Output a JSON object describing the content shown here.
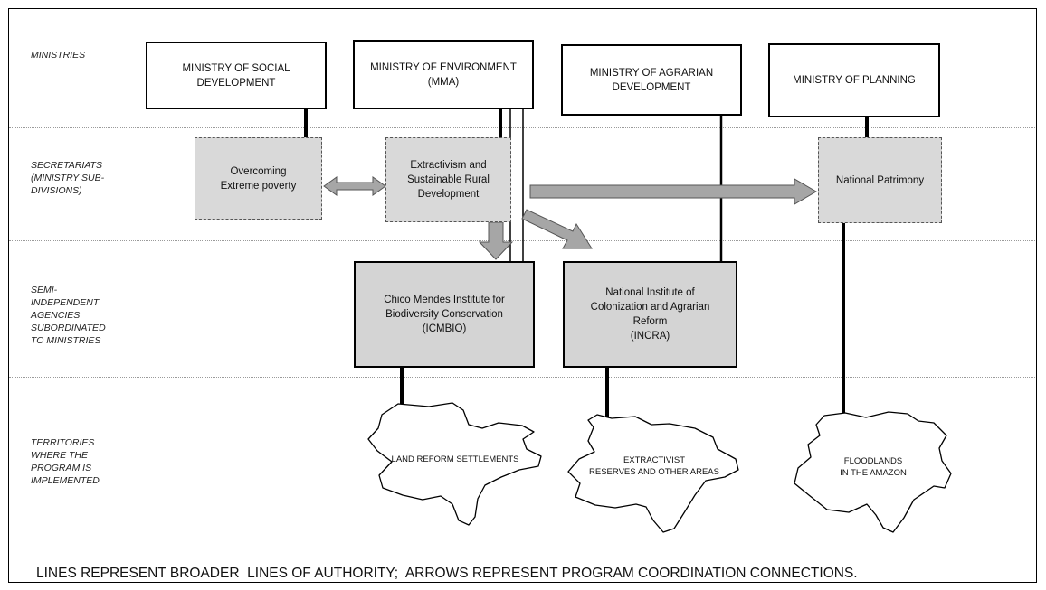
{
  "rows": {
    "ministries": "MINISTRIES",
    "secretariats": "SECRETARIATS\n(MINISTRY SUB-\nDIVISIONS)",
    "agencies": "SEMI-\nINDEPENDENT\nAGENCIES\nSUBORDINATED\nTO MINISTRIES",
    "territories": "TERRITORIES\nWHERE THE\nPROGRAM IS\nIMPLEMENTED"
  },
  "ministries": {
    "social": "MINISTRY OF SOCIAL\nDEVELOPMENT",
    "environment": "MINISTRY OF ENVIRONMENT\n(MMA)",
    "agrarian": "MINISTRY OF AGRARIAN\nDEVELOPMENT",
    "planning": "MINISTRY OF PLANNING"
  },
  "secretariats": {
    "poverty": "Overcoming\nExtreme poverty",
    "extractivism": "Extractivism and\nSustainable Rural\nDevelopment",
    "patrimony": "National Patrimony"
  },
  "agencies": {
    "icmbio": "Chico Mendes Institute for\nBiodiversity Conservation\n(ICMBIO)",
    "incra": "National Institute of\nColonization and Agrarian\nReform\n(INCRA)"
  },
  "territories": {
    "settlements": "LAND REFORM SETTLEMENTS",
    "reserves": "EXTRACTIVIST\nRESERVES AND OTHER AREAS",
    "floodlands": "FLOODLANDS\nIN THE AMAZON"
  },
  "legend": "LINES REPRESENT BROADER  LINES OF AUTHORITY;  ARROWS REPRESENT PROGRAM COORDINATION CONNECTIONS.",
  "colors": {
    "arrow_fill": "#a6a6a6",
    "box_fill": "#d9d9d9",
    "line": "#000000"
  }
}
